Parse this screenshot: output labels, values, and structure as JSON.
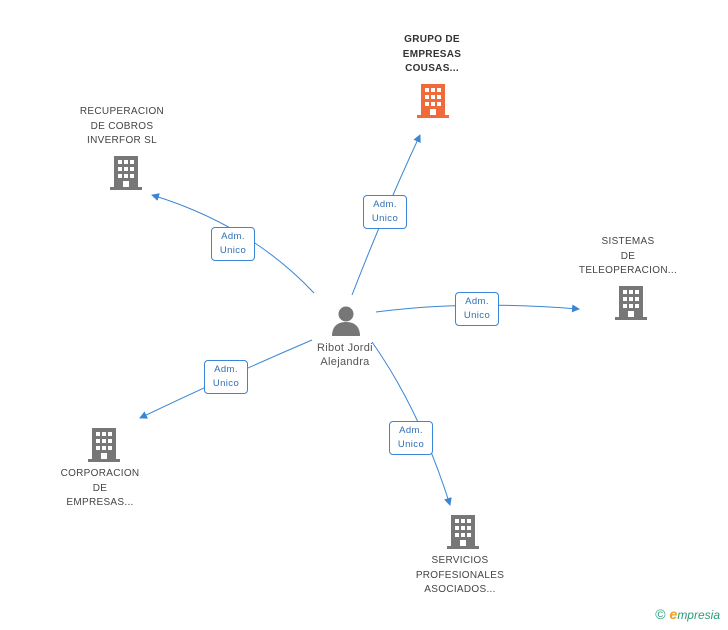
{
  "center": {
    "name_line1": "Ribot Jordi",
    "name_line2": "Alejandra"
  },
  "companies": {
    "grupo": [
      "GRUPO DE",
      "EMPRESAS",
      "COUSAS..."
    ],
    "recuperacion": [
      "RECUPERACION",
      "DE COBROS",
      "INVERFOR SL"
    ],
    "sistemas": [
      "SISTEMAS",
      "DE",
      "TELEOPERACION..."
    ],
    "corporacion": [
      "CORPORACION",
      "DE",
      "EMPRESAS..."
    ],
    "servicios": [
      "SERVICIOS",
      "PROFESIONALES",
      "ASOCIADOS..."
    ]
  },
  "relation": {
    "line1": "Adm.",
    "line2": "Unico"
  },
  "colors": {
    "edge": "#3a86d6",
    "building": "#777777",
    "building_main": "#f06a3a"
  },
  "brand": {
    "copyright": "©",
    "e": "e",
    "rest": "mpresia"
  }
}
